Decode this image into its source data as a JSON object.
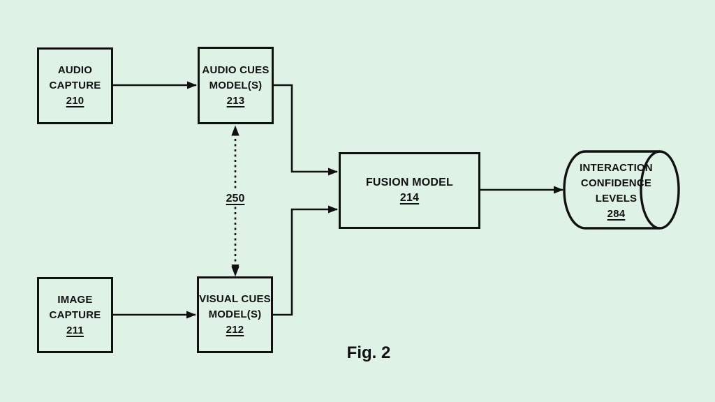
{
  "figure": {
    "caption": "Fig. 2",
    "background_color": "#def2e6",
    "line_color": "#111111"
  },
  "boxes": {
    "audio_capture": {
      "line1": "AUDIO",
      "line2": "CAPTURE",
      "ref": "210"
    },
    "audio_cues_model": {
      "line1": "AUDIO CUES",
      "line2": "MODEL(S)",
      "ref": "213"
    },
    "image_capture": {
      "line1": "IMAGE",
      "line2": "CAPTURE",
      "ref": "211"
    },
    "visual_cues_model": {
      "line1": "VISUAL CUES",
      "line2": "MODEL(S)",
      "ref": "212"
    },
    "fusion_model": {
      "line1": "FUSION MODEL",
      "ref": "214"
    }
  },
  "cylinder": {
    "line1": "INTERACTION",
    "line2": "CONFIDENCE",
    "line3": "LEVELS",
    "ref": "284"
  },
  "link_label": {
    "ref": "250"
  }
}
